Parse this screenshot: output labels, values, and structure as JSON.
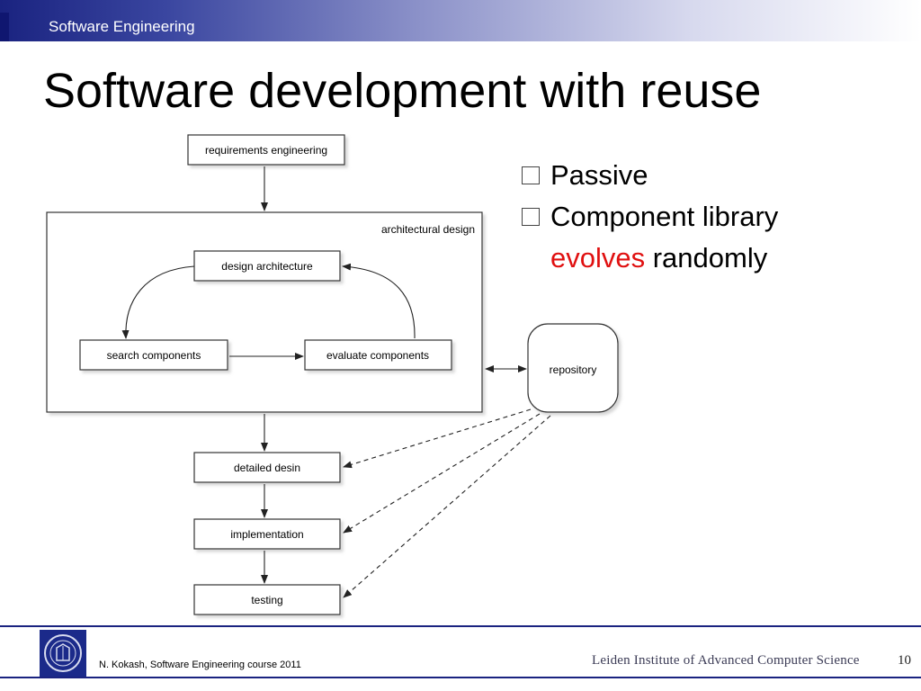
{
  "header": {
    "course": "Software Engineering"
  },
  "slide": {
    "title": "Software development with reuse"
  },
  "diagram": {
    "nodes": {
      "requirements": "requirements engineering",
      "arch_label": "architectural design",
      "design_arch": "design architecture",
      "search": "search components",
      "evaluate": "evaluate components",
      "repository": "repository",
      "detailed": "detailed desin",
      "implementation": "implementation",
      "testing": "testing"
    }
  },
  "bullets": {
    "b1": "Passive",
    "b2_part1": "Component library",
    "b2_red": "evolves",
    "b2_rest": "randomly"
  },
  "footer": {
    "author": "N. Kokash, Software Engineering course 2011",
    "institute": "Leiden Institute of Advanced Computer Science",
    "page": "10"
  },
  "colors": {
    "header_blue": "#1a2380",
    "highlight_red": "#e01010"
  }
}
